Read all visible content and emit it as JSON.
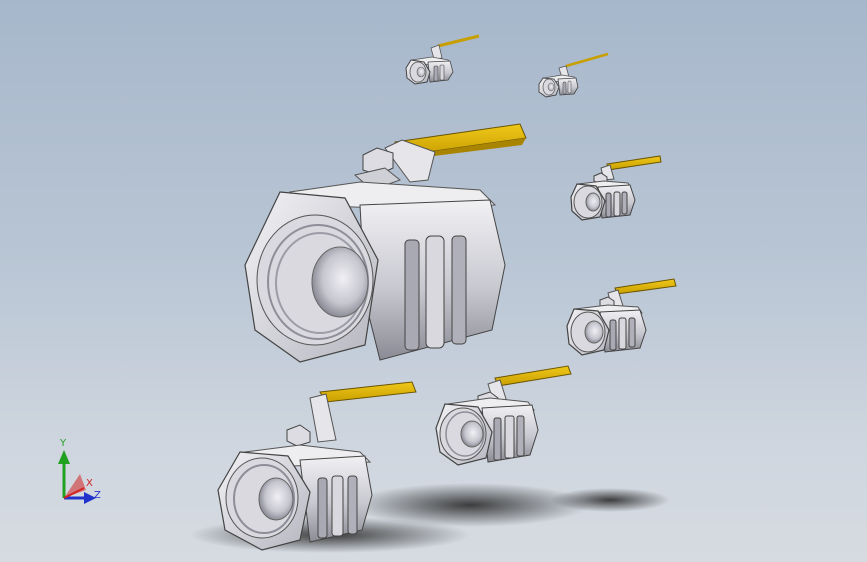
{
  "scene": {
    "description_free": true,
    "colors": {
      "background_top": "#a7b7cb",
      "background_bottom": "#d6dbe1",
      "valve_body_light": "#e9e9ee",
      "valve_body_mid": "#c9c9d0",
      "valve_body_dark": "#8e8e98",
      "bore_shadow": "#9a9aa6",
      "handle_yellow": "#e3b800",
      "handle_dark": "#b48f00",
      "shadow": "#3a3a3a"
    },
    "valves": [
      {
        "id": "valve-large"
      },
      {
        "id": "valve-bottom-left"
      },
      {
        "id": "valve-bottom-middle"
      },
      {
        "id": "valve-right-1"
      },
      {
        "id": "valve-right-2"
      },
      {
        "id": "valve-top-1"
      },
      {
        "id": "valve-top-2"
      }
    ]
  },
  "triad": {
    "x_label": "X",
    "y_label": "Y",
    "z_label": "Z",
    "x_color": "#d22222",
    "y_color": "#22a022",
    "z_color": "#2233cc"
  }
}
